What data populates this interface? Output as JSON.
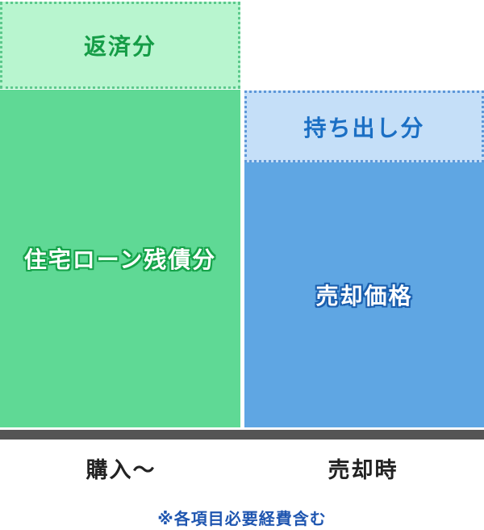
{
  "left_column": {
    "repaid_label": "返済分",
    "loan_balance_label": "住宅ローン残債分",
    "axis_label": "購入～"
  },
  "right_column": {
    "out_of_pocket_label": "持ち出し分",
    "sale_price_label": "売却価格",
    "axis_label": "売却時"
  },
  "footnote": "※各項目必要経費含む",
  "colors": {
    "repaid_fill": "#b8f5cf",
    "loan_fill": "#5fd995",
    "out_of_pocket_fill": "#c5dff8",
    "sale_fill": "#5fa6e3",
    "baseline": "#555555"
  }
}
